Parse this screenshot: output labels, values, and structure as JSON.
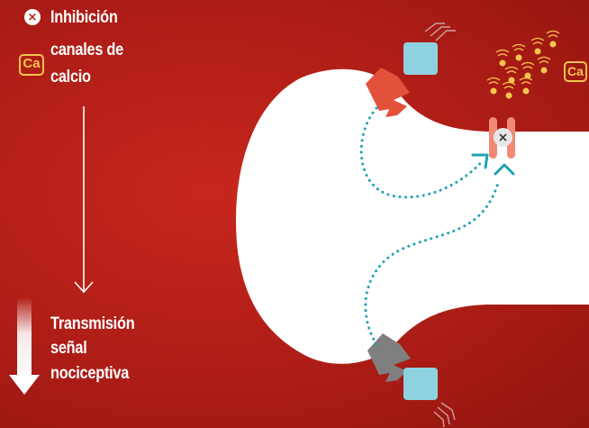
{
  "legend": {
    "inhibition_lines": [
      "Inhibición",
      "canales de",
      "calcio"
    ],
    "transmission_lines": [
      "Transmisión",
      "señal",
      "nociceptiva"
    ],
    "calcium_badge": "Ca"
  },
  "diagram": {
    "calcium_badge": "Ca",
    "channel_blocker_symbol": "×",
    "colors": {
      "background": "#ad1d16",
      "neuron": "#ffffff",
      "receptor_top": "#e4513a",
      "receptor_bottom": "#7f7f7f",
      "ligand": "#8fd2df",
      "pathway": "#1fa3b2",
      "channel": "#f08a74",
      "calcium": "#f6c54d"
    },
    "icons": [
      "x-icon",
      "calcium-icon",
      "arrow-down-icon",
      "receptor-icon",
      "ligand-icon",
      "calcium-channel-icon"
    ]
  }
}
